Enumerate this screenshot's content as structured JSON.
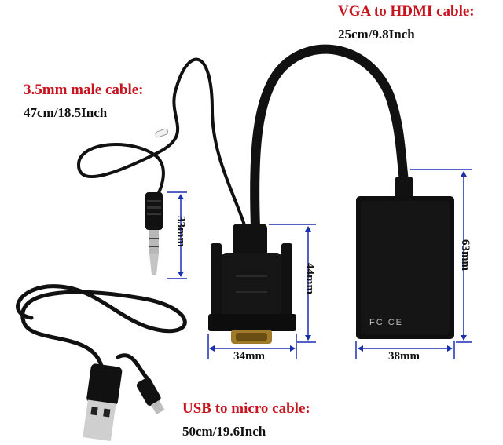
{
  "labels": {
    "vga_hdmi_title": "VGA to HDMI cable:",
    "vga_hdmi_length": "25cm/9.8Inch",
    "audio_title": "3.5mm male cable:",
    "audio_length": "47cm/18.5Inch",
    "usb_title": "USB to micro cable:",
    "usb_length": "50cm/19.6Inch"
  },
  "dimensions": {
    "audio_plug": "33mm",
    "vga_height": "44mm",
    "vga_width": "34mm",
    "box_height": "63mm",
    "box_width": "38mm"
  },
  "certification_marks": "FC CE",
  "colors": {
    "title_red": "#c8141e",
    "dimension_blue": "#1a2fb0",
    "cable_black": "#111111"
  }
}
